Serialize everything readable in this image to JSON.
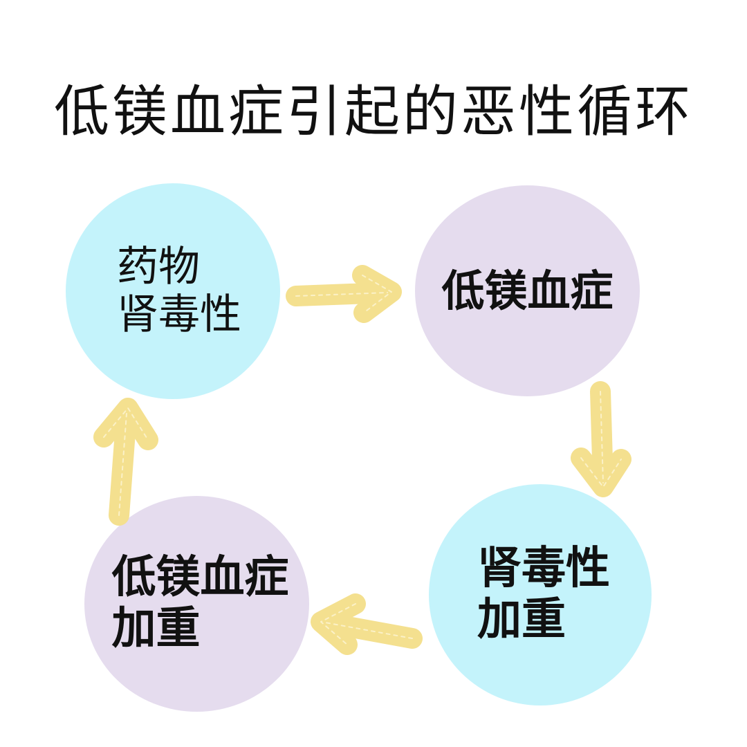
{
  "title": "低镁血症引起的恶性循环",
  "colors": {
    "cyan": "#c4f3fb",
    "lavender": "#e5dcee",
    "arrow": "#f4e08f",
    "arrow_dash": "#fbf1c7",
    "text": "#111111"
  },
  "nodes": {
    "top_left": {
      "line1": "药物",
      "line2": "肾毒性",
      "color": "cyan"
    },
    "top_right": {
      "line1": "低镁血症",
      "color": "lavender"
    },
    "bottom_right": {
      "line1": "肾毒性",
      "line2": "加重",
      "color": "cyan"
    },
    "bottom_left": {
      "line1": "低镁血症",
      "line2": "加重",
      "color": "lavender"
    }
  },
  "arrows": [
    {
      "from": "top_left",
      "to": "top_right",
      "direction": "right"
    },
    {
      "from": "top_right",
      "to": "bottom_right",
      "direction": "down"
    },
    {
      "from": "bottom_right",
      "to": "bottom_left",
      "direction": "left"
    },
    {
      "from": "bottom_left",
      "to": "top_left",
      "direction": "up"
    }
  ]
}
